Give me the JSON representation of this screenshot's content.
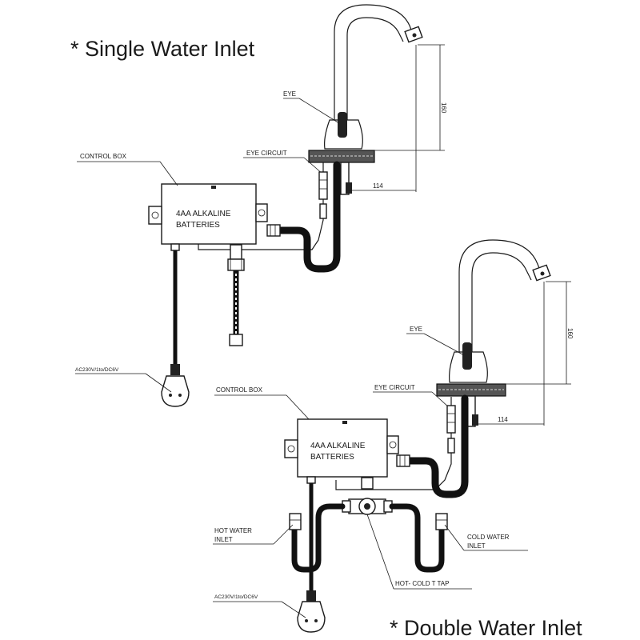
{
  "titles": {
    "single": "* Single Water Inlet",
    "double": "* Double Water Inlet"
  },
  "single": {
    "eye": "EYE",
    "eye_circuit": "EYE CIRCUIT",
    "control_box": "CONTROL BOX",
    "battery_line1": "4AA ALKALINE",
    "battery_line2": "BATTERIES",
    "power": "AC230V/1to/DC6V",
    "dim_height": "160",
    "dim_width": "114"
  },
  "double": {
    "eye": "EYE",
    "eye_circuit": "EYE CIRCUIT",
    "control_box": "CONTROL BOX",
    "battery_line1": "4AA ALKALINE",
    "battery_line2": "BATTERIES",
    "power": "AC230V/1to/DC6V",
    "hot_line1": "HOT WATER",
    "hot_line2": "INLET",
    "cold_line1": "COLD WATER",
    "cold_line2": "INLET",
    "t_tap": "HOT- COLD T TAP",
    "dim_height": "160",
    "dim_width": "114"
  }
}
